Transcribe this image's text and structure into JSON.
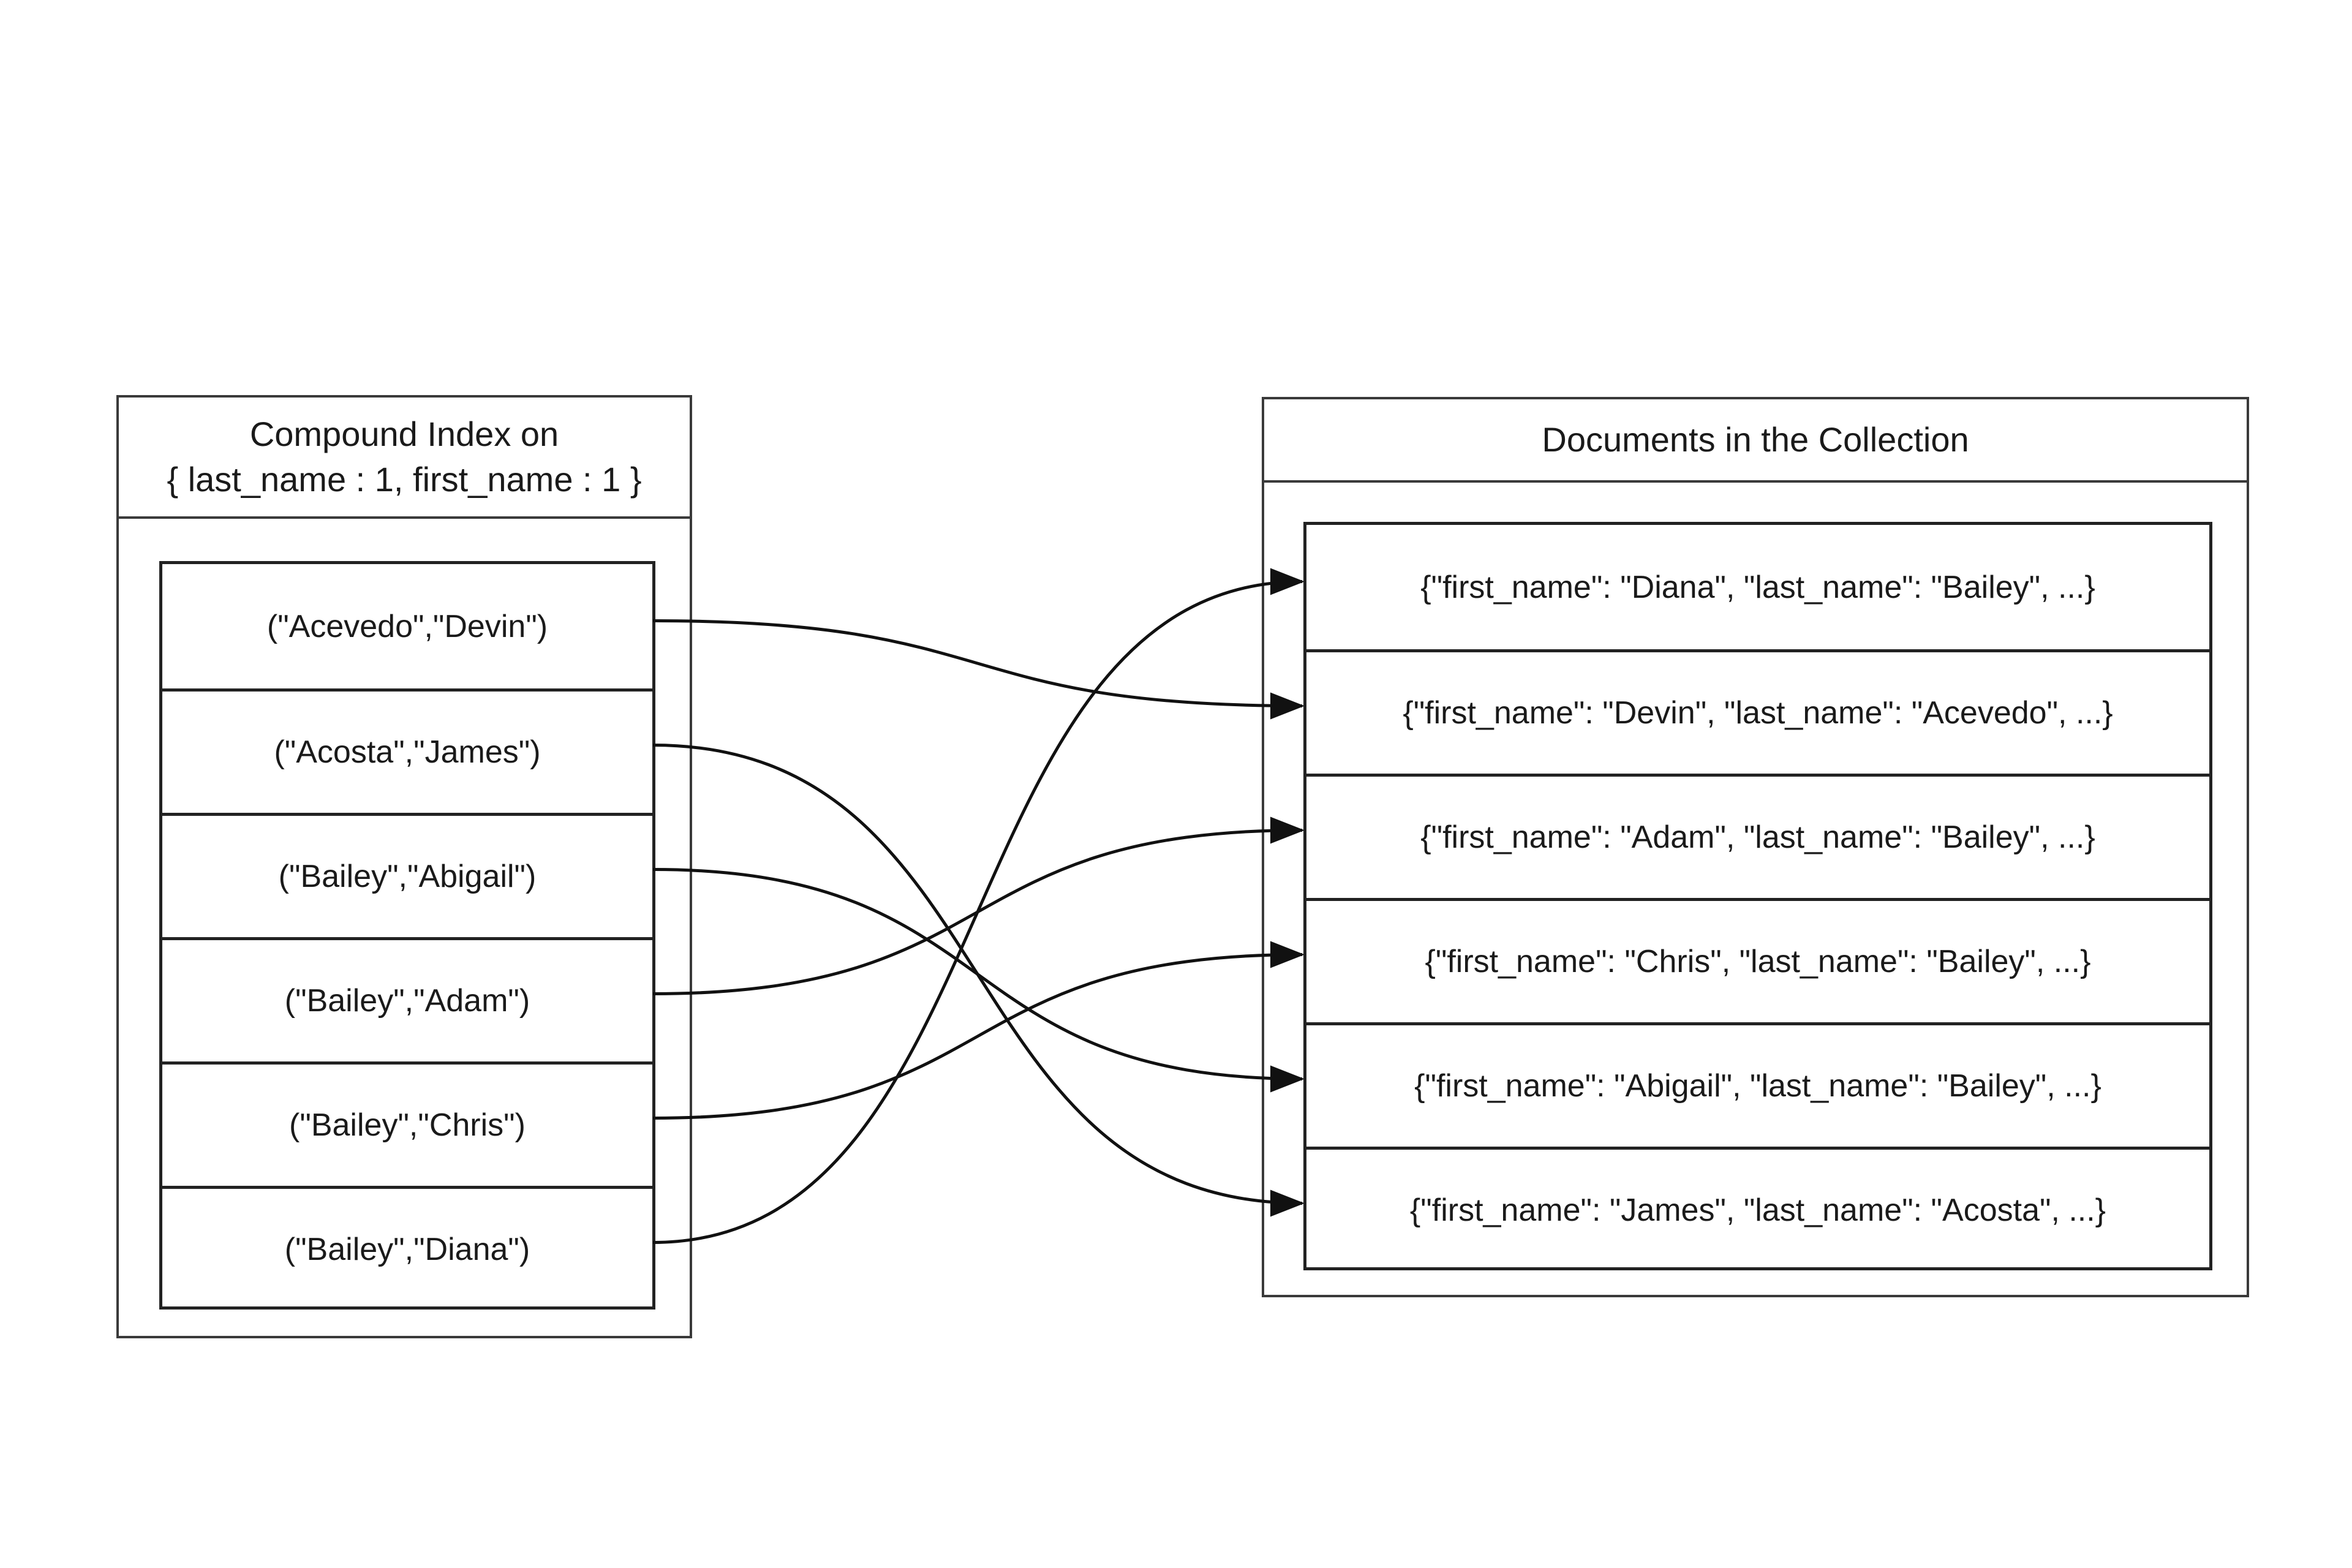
{
  "index_panel": {
    "title_line1": "Compound Index on",
    "title_line2": "{ last_name : 1, first_name : 1 }",
    "entries": [
      "(\"Acevedo\",\"Devin\")",
      "(\"Acosta\",\"James\")",
      "(\"Bailey\",\"Abigail\")",
      "(\"Bailey\",\"Adam\")",
      "(\"Bailey\",\"Chris\")",
      "(\"Bailey\",\"Diana\")"
    ]
  },
  "collection_panel": {
    "title": "Documents in the Collection",
    "documents": [
      "{\"first_name\": \"Diana\", \"last_name\": \"Bailey\", ...}",
      "{\"first_name\": \"Devin\", \"last_name\": \"Acevedo\", ...}",
      "{\"first_name\": \"Adam\", \"last_name\": \"Bailey\", ...}",
      "{\"first_name\": \"Chris\", \"last_name\": \"Bailey\", ...}",
      "{\"first_name\": \"Abigail\", \"last_name\": \"Bailey\", ...}",
      "{\"first_name\": \"James\", \"last_name\": \"Acosta\", ...}"
    ]
  },
  "links": [
    {
      "from": 0,
      "to": 1
    },
    {
      "from": 1,
      "to": 5
    },
    {
      "from": 2,
      "to": 4
    },
    {
      "from": 3,
      "to": 2
    },
    {
      "from": 4,
      "to": 3
    },
    {
      "from": 5,
      "to": 0
    }
  ],
  "colors": {
    "line": "#111111",
    "border": "#3a3a3a",
    "text": "#1a1a1a",
    "background": "#ffffff"
  }
}
